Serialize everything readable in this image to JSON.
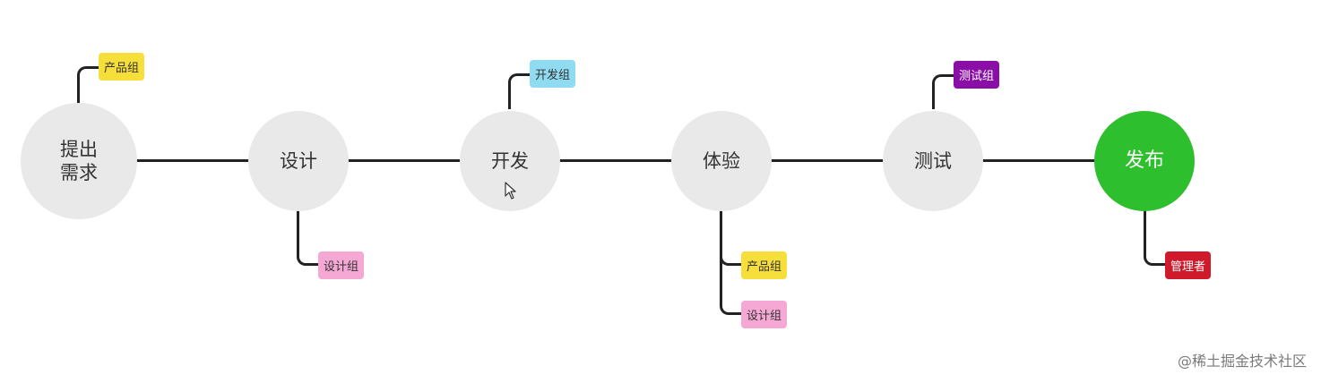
{
  "diagram": {
    "stages": [
      {
        "label": "提出需求",
        "tags": [
          "产品组"
        ]
      },
      {
        "label": "设计",
        "tags": [
          "设计组"
        ]
      },
      {
        "label": "开发",
        "tags": [
          "开发组"
        ]
      },
      {
        "label": "体验",
        "tags": [
          "产品组",
          "设计组"
        ]
      },
      {
        "label": "测试",
        "tags": [
          "测试组"
        ]
      },
      {
        "label": "发布",
        "tags": [
          "管理者"
        ]
      }
    ],
    "colors": {
      "node": "#e9e9e9",
      "final_node": "#2dbf2d",
      "line": "#222222",
      "product_tag": "#f7df3b",
      "dev_tag": "#8fdcf2",
      "design_tag": "#f6a8d5",
      "test_tag": "#8a0fa6",
      "admin_tag": "#d0192b"
    }
  },
  "watermark": "@稀土掘金技术社区"
}
